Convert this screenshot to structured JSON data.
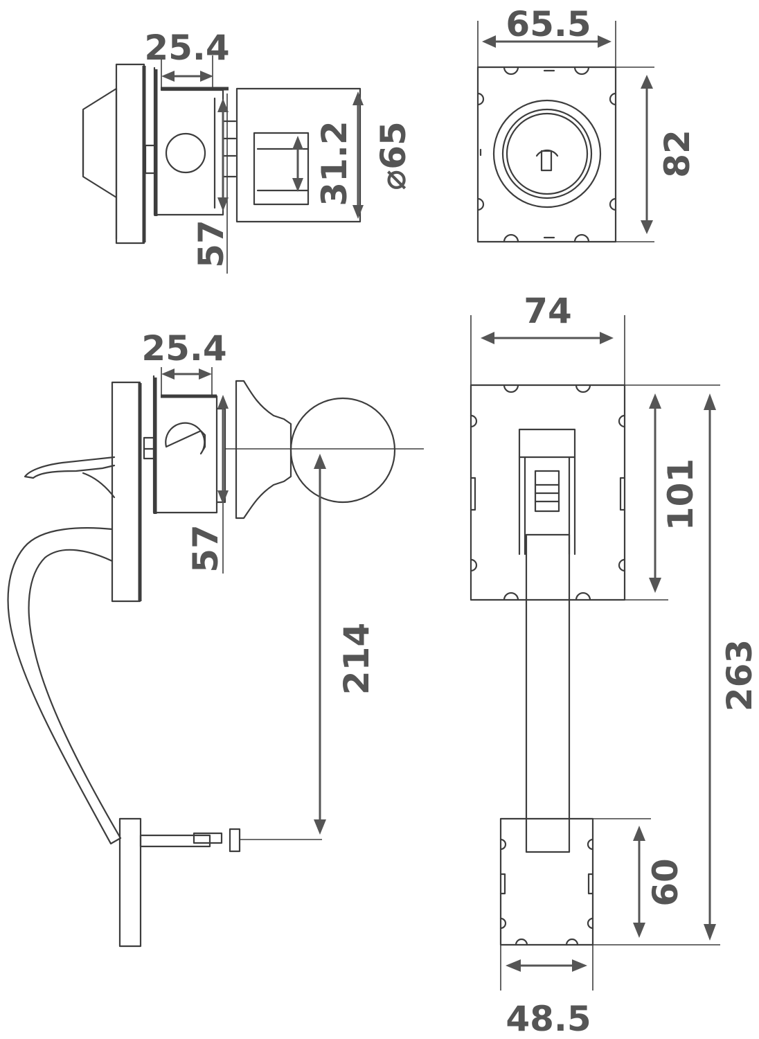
{
  "diagram": {
    "deadbolt_side": {
      "backset": "25.4",
      "latch_height": "57",
      "inner_height": "31.2",
      "diameter": "⌀65"
    },
    "cylinder_front": {
      "width": "65.5",
      "height": "82"
    },
    "handleset_side": {
      "backset": "25.4",
      "latch_height": "57",
      "grip_to_knob": "214"
    },
    "handleset_front": {
      "upper_width": "74",
      "upper_height": "101",
      "overall_height": "263",
      "lower_height": "60",
      "lower_width": "48.5"
    }
  }
}
